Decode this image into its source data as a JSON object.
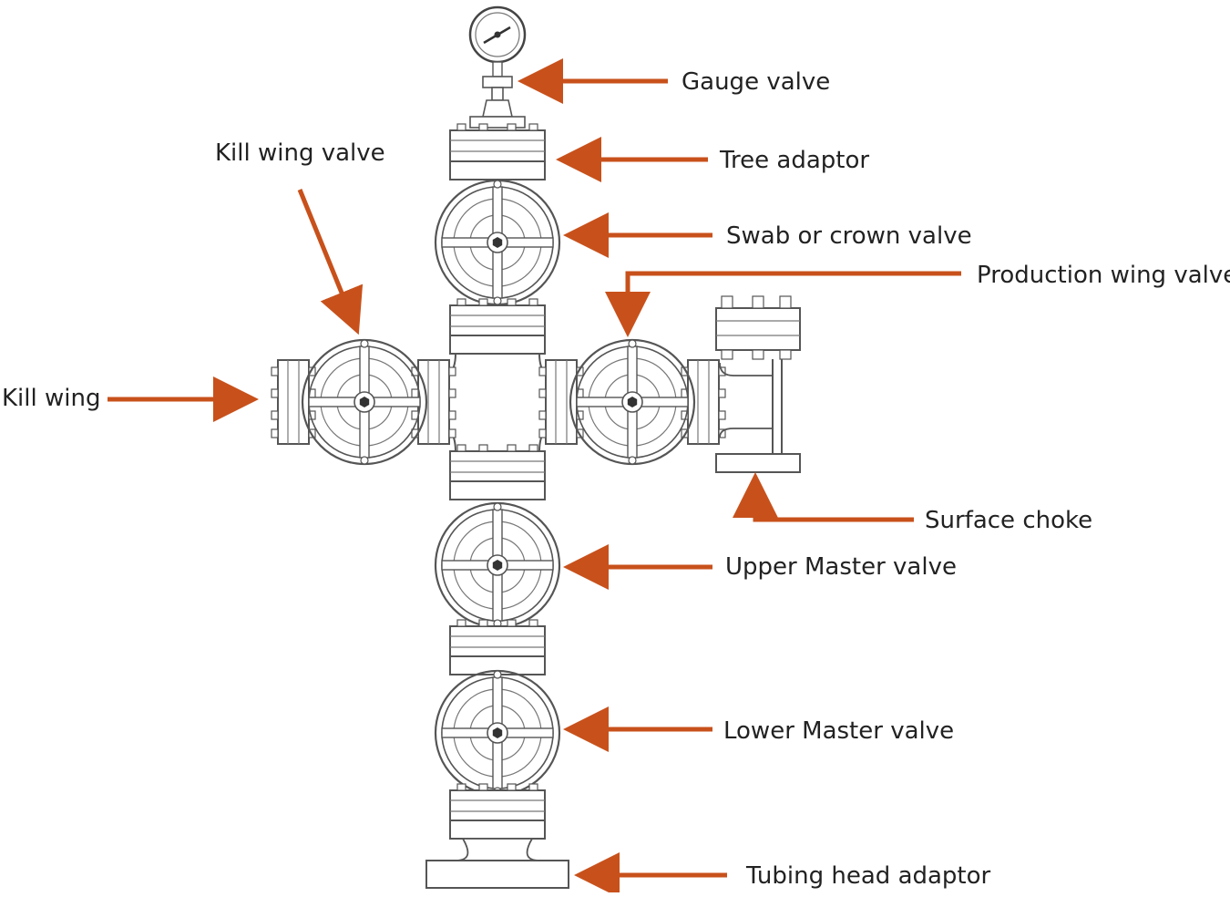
{
  "colors": {
    "arrow": "#C8511B",
    "outline": "#555555",
    "text": "#222222",
    "background": "#ffffff"
  },
  "labels": {
    "gauge_valve": "Gauge valve",
    "tree_adaptor": "Tree adaptor",
    "kill_wing_valve": "Kill wing valve",
    "swab_or_crown_valve": "Swab or crown valve",
    "production_wing_valve": "Production wing valve",
    "kill_wing": "Kill wing",
    "surface_choke": "Surface choke",
    "upper_master_valve": "Upper Master valve",
    "lower_master_valve": "Lower Master valve",
    "tubing_head_adaptor": "Tubing head adaptor"
  }
}
